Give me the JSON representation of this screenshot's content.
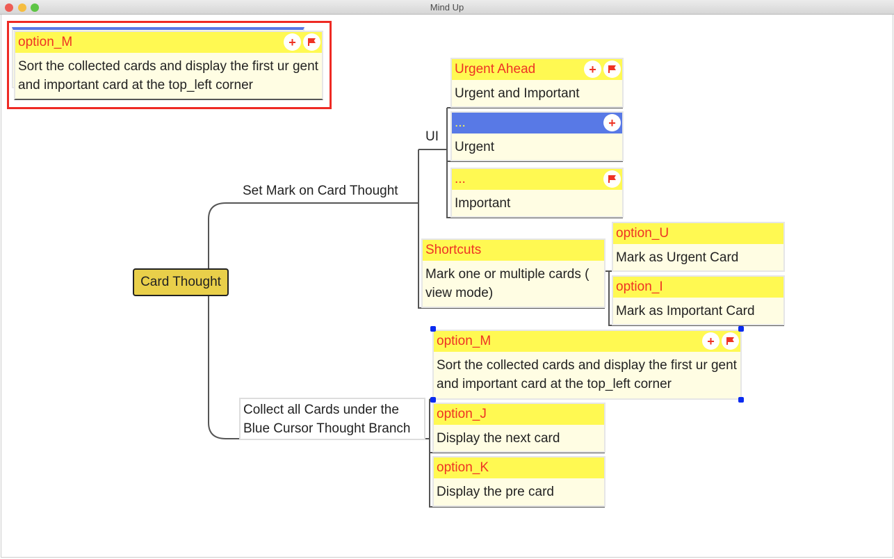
{
  "window": {
    "title": "Mind Up"
  },
  "root": {
    "label": "Card Thought"
  },
  "branches": {
    "set_mark": "Set Mark on Card Thought",
    "ui": "UI",
    "collect": "Collect all Cards under the Blue Cursor Thought Branch"
  },
  "preview_card": {
    "title": "option_M",
    "body": "Sort the collected cards and display the first ur gent and important card at the top_left corner"
  },
  "cards": {
    "urgent_ahead": {
      "title": "Urgent Ahead",
      "body": "Urgent and Important"
    },
    "urgent": {
      "title": "...",
      "body": "Urgent"
    },
    "important": {
      "title": "...",
      "body": "Important"
    },
    "shortcuts": {
      "title": "Shortcuts",
      "body": "Mark one or multiple cards ( view mode)"
    },
    "option_u": {
      "title": "option_U",
      "body": "Mark as Urgent Card"
    },
    "option_i": {
      "title": "option_I",
      "body": "Mark as Important Card"
    },
    "option_m": {
      "title": "option_M",
      "body": "Sort the collected cards and display the first ur gent and important card at the top_left corner"
    },
    "option_j": {
      "title": "option_J",
      "body": "Display the next card"
    },
    "option_k": {
      "title": "option_K",
      "body": "Display the pre card"
    }
  },
  "icons": {
    "plus": "+",
    "flag": "flag-icon"
  },
  "colors": {
    "header": "#fff952",
    "body": "#fffde3",
    "title": "#ee3324",
    "selected": "#5879e6",
    "highlight_frame": "#ee2a24",
    "root": "#e9cf4a"
  }
}
